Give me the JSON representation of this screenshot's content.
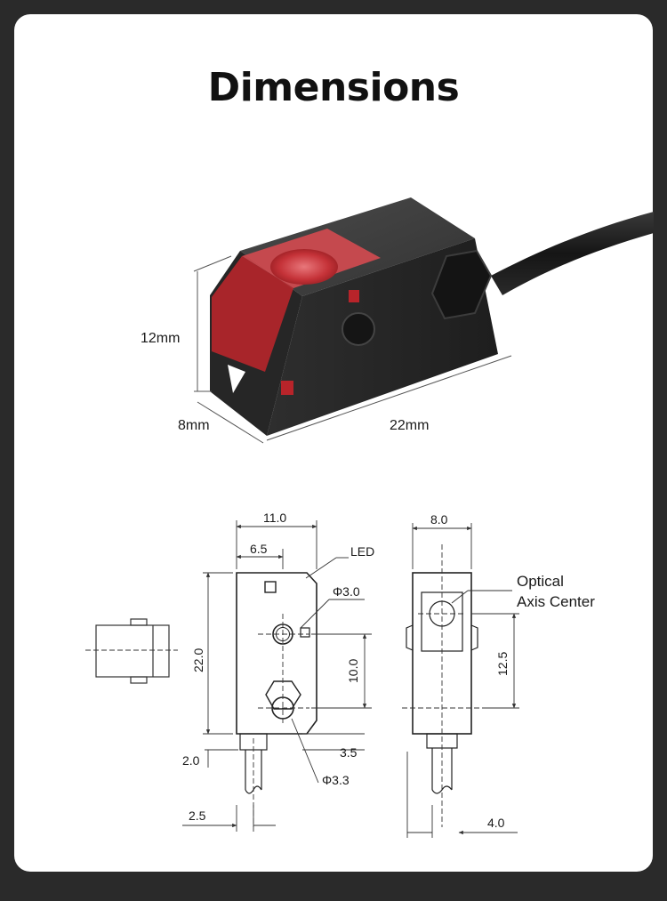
{
  "title": "Dimensions",
  "product_dims": {
    "height": "12mm",
    "width": "8mm",
    "length": "22mm"
  },
  "drawing": {
    "side": {
      "overall_width": "11.0",
      "offset": "6.5",
      "led": "LED",
      "hole_small": "Φ3.0",
      "hole_large": "Φ3.3",
      "height": "22.0",
      "hole_spacing": "10.0",
      "bottom_offset": "3.5",
      "cable_length": "2.0",
      "cable_width": "2.5"
    },
    "front": {
      "width": "8.0",
      "optical_line1": "Optical",
      "optical_line2": "Axis Center",
      "axis_height": "12.5",
      "cable_offset": "4.0"
    }
  },
  "colors": {
    "background": "#2a2a2a",
    "card": "#ffffff",
    "sensor_body": "#2b2b2b",
    "lens_red": "#c0262c"
  }
}
